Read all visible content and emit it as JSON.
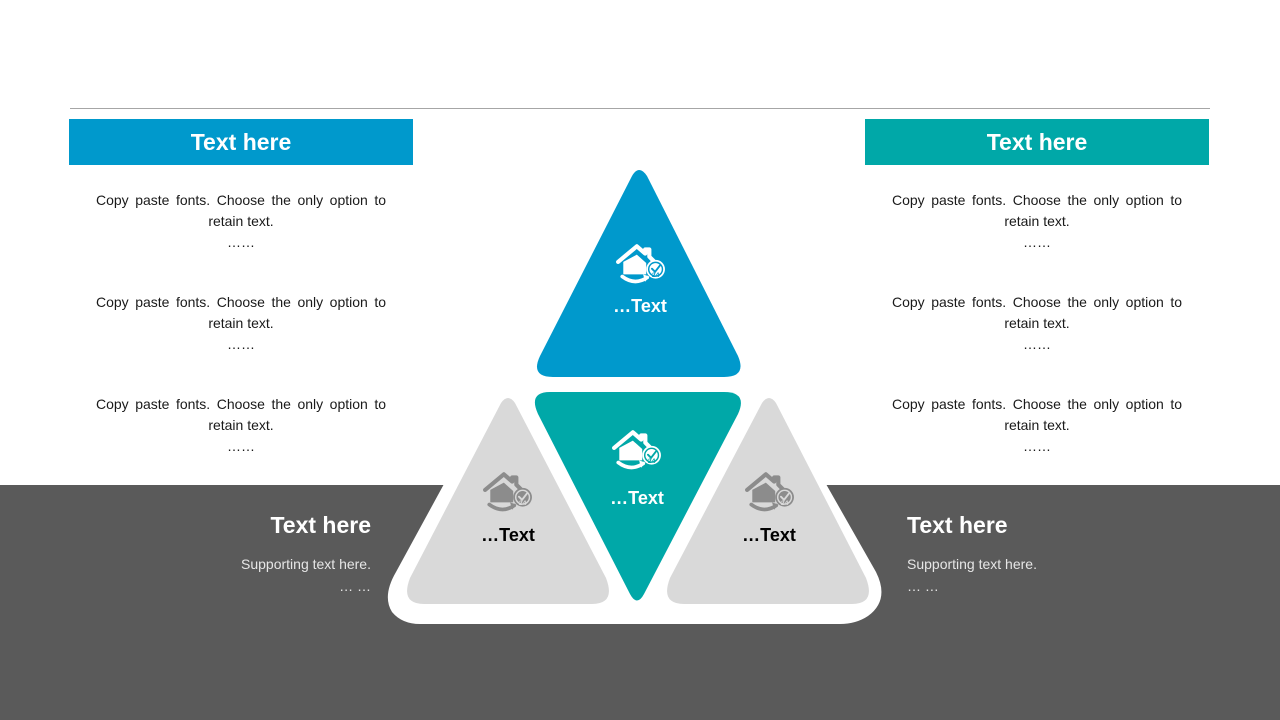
{
  "left_panel": {
    "header": "Text here",
    "paragraphs": [
      {
        "line1": "Copy paste fonts. Choose the only option to",
        "line2": "retain text.",
        "line3": "……"
      },
      {
        "line1": "Copy paste fonts. Choose the only option to",
        "line2": "retain text.",
        "line3": "……"
      },
      {
        "line1": "Copy paste fonts. Choose the only option to",
        "line2": "retain text.",
        "line3": "……"
      }
    ]
  },
  "right_panel": {
    "header": "Text here",
    "paragraphs": [
      {
        "line1": "Copy paste fonts. Choose the only option to",
        "line2": "retain text.",
        "line3": "……"
      },
      {
        "line1": "Copy paste fonts. Choose the only option to",
        "line2": "retain text.",
        "line3": "……"
      },
      {
        "line1": "Copy paste fonts. Choose the only option to",
        "line2": "retain text.",
        "line3": "……"
      }
    ]
  },
  "pyramid": {
    "top": {
      "label": "…Text",
      "icon": "home-clock-24-icon",
      "color": "#0099cc"
    },
    "center": {
      "label": "…Text",
      "icon": "home-clock-24-icon",
      "color": "#00a8a8"
    },
    "left": {
      "label": "…Text",
      "icon": "home-clock-24-icon",
      "color": "#d9d9d9"
    },
    "right": {
      "label": "…Text",
      "icon": "home-clock-24-icon",
      "color": "#d9d9d9"
    }
  },
  "bottom_left": {
    "title": "Text here",
    "sub1": "Supporting text here.",
    "sub2": "… …"
  },
  "bottom_right": {
    "title": "Text here",
    "sub1": "Supporting text here.",
    "sub2": "… …"
  },
  "colors": {
    "blue": "#0099cc",
    "teal": "#00a8a8",
    "gray_band": "#5a5a5a",
    "light_gray": "#d9d9d9",
    "icon_gray": "#8c8c8c"
  }
}
